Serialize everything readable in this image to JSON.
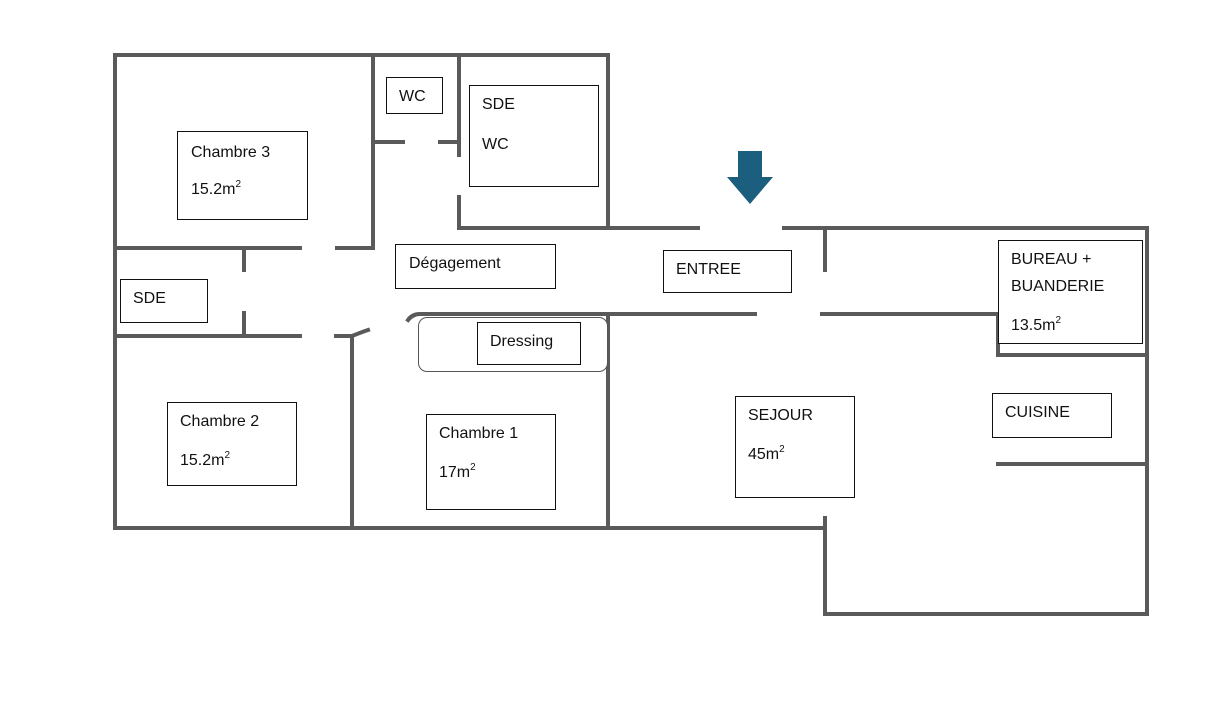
{
  "plan": {
    "entry_arrow": {
      "icon": "entry-arrow-icon",
      "color": "#1b5e7e",
      "direction": "down"
    },
    "wall_color": "#5a5a5a",
    "rooms": {
      "chambre3": {
        "name": "Chambre 3",
        "area": "15.2m",
        "unit_exp": "2"
      },
      "wc_small": {
        "name": "WC"
      },
      "sde_wc": {
        "name": "SDE",
        "name2": "WC"
      },
      "sde_left": {
        "name": "SDE"
      },
      "degagement": {
        "name": "Dégagement"
      },
      "entree": {
        "name": "ENTREE"
      },
      "bureau": {
        "name": "BUREAU +",
        "name2": "BUANDERIE",
        "area": "13.5m",
        "unit_exp": "2"
      },
      "dressing": {
        "name": "Dressing"
      },
      "chambre2": {
        "name": "Chambre 2",
        "area": "15.2m",
        "unit_exp": "2"
      },
      "chambre1": {
        "name": "Chambre 1",
        "area": "17m",
        "unit_exp": "2"
      },
      "sejour": {
        "name": "SEJOUR",
        "area": "45m",
        "unit_exp": "2"
      },
      "cuisine": {
        "name": "CUISINE"
      }
    }
  }
}
